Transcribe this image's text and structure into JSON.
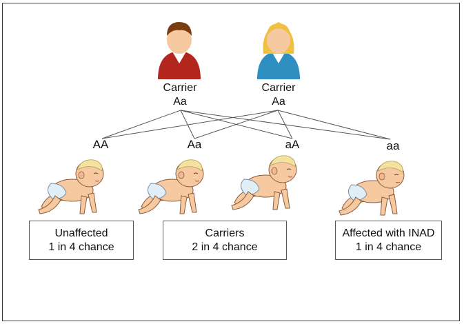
{
  "parents": [
    {
      "label": "Carrier",
      "genotype": "Aa",
      "icon": "father-icon",
      "shirt_color": "#b3261e"
    },
    {
      "label": "Carrier",
      "genotype": "Aa",
      "icon": "mother-icon",
      "shirt_color": "#2f8fc0"
    }
  ],
  "offspring": [
    {
      "genotype": "AA",
      "icon": "baby-icon"
    },
    {
      "genotype": "Aa",
      "icon": "baby-icon"
    },
    {
      "genotype": "aA",
      "icon": "baby-icon"
    },
    {
      "genotype": "aa",
      "icon": "baby-icon"
    }
  ],
  "outcomes": [
    {
      "line1": "Unaffected",
      "line2": "1 in 4 chance"
    },
    {
      "line1": "Carriers",
      "line2": "2 in 4 chance"
    },
    {
      "line1": "Affected with INAD",
      "line2": "1 in 4 chance"
    }
  ],
  "colors": {
    "skin": "#f6c9a0",
    "father_hair": "#7a3d12",
    "mother_hair": "#f0c040",
    "diaper": "#dfeef7"
  }
}
